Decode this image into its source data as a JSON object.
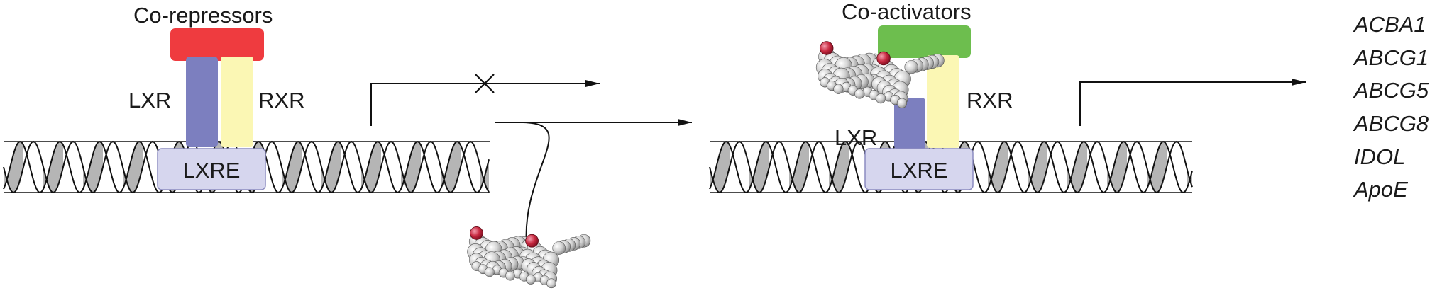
{
  "left_panel": {
    "corepressor_label": "Co-repressors",
    "lxr_label": "LXR",
    "rxr_label": "RXR",
    "lxre_label": "LXRE"
  },
  "right_panel": {
    "coactivator_label": "Co-activators",
    "lxr_label": "LXR",
    "rxr_label": "RXR",
    "lxre_label": "LXRE"
  },
  "target_genes": [
    "ACBA1",
    "ABCG1",
    "ABCG5",
    "ABCG8",
    "IDOL",
    "ApoE"
  ],
  "colors": {
    "corepressor": "#ef3b3f",
    "coactivator": "#6dbe4e",
    "lxr": "#7c7fbf",
    "rxr": "#fbf7b4",
    "lxre": "#d6d6ee",
    "lxre_border": "#8c8cc0",
    "dna_fill": "#b5b5b5"
  }
}
